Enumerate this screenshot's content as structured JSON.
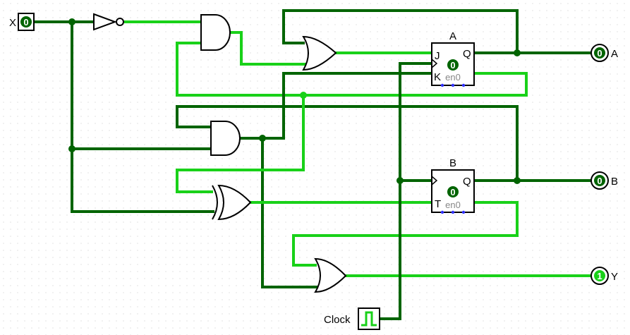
{
  "colors": {
    "wire_low": "#006400",
    "wire_high": "#19d119",
    "gate": "#000000",
    "background": "#ffffff",
    "grid": "#c8c8c8",
    "bit_fill": "#006400",
    "bit_one": "#19d119",
    "port_dot": "#3030ff"
  },
  "inputs": {
    "x": {
      "label": "X",
      "value": "0"
    }
  },
  "flipflops": {
    "a": {
      "name": "A",
      "j": "J",
      "k": "K",
      "q": "Q",
      "state": "0",
      "enable": "en0"
    },
    "b": {
      "name": "B",
      "t": "T",
      "q": "Q",
      "state": "0",
      "enable": "en0"
    }
  },
  "outputs": {
    "a": {
      "label": "A",
      "value": "0"
    },
    "b": {
      "label": "B",
      "value": "0"
    },
    "y": {
      "label": "Y",
      "value": "1"
    }
  },
  "clock": {
    "label": "Clock",
    "icon": "clock-waveform-icon"
  },
  "gates": [
    "NOT",
    "AND",
    "OR",
    "AND",
    "XOR",
    "OR"
  ]
}
